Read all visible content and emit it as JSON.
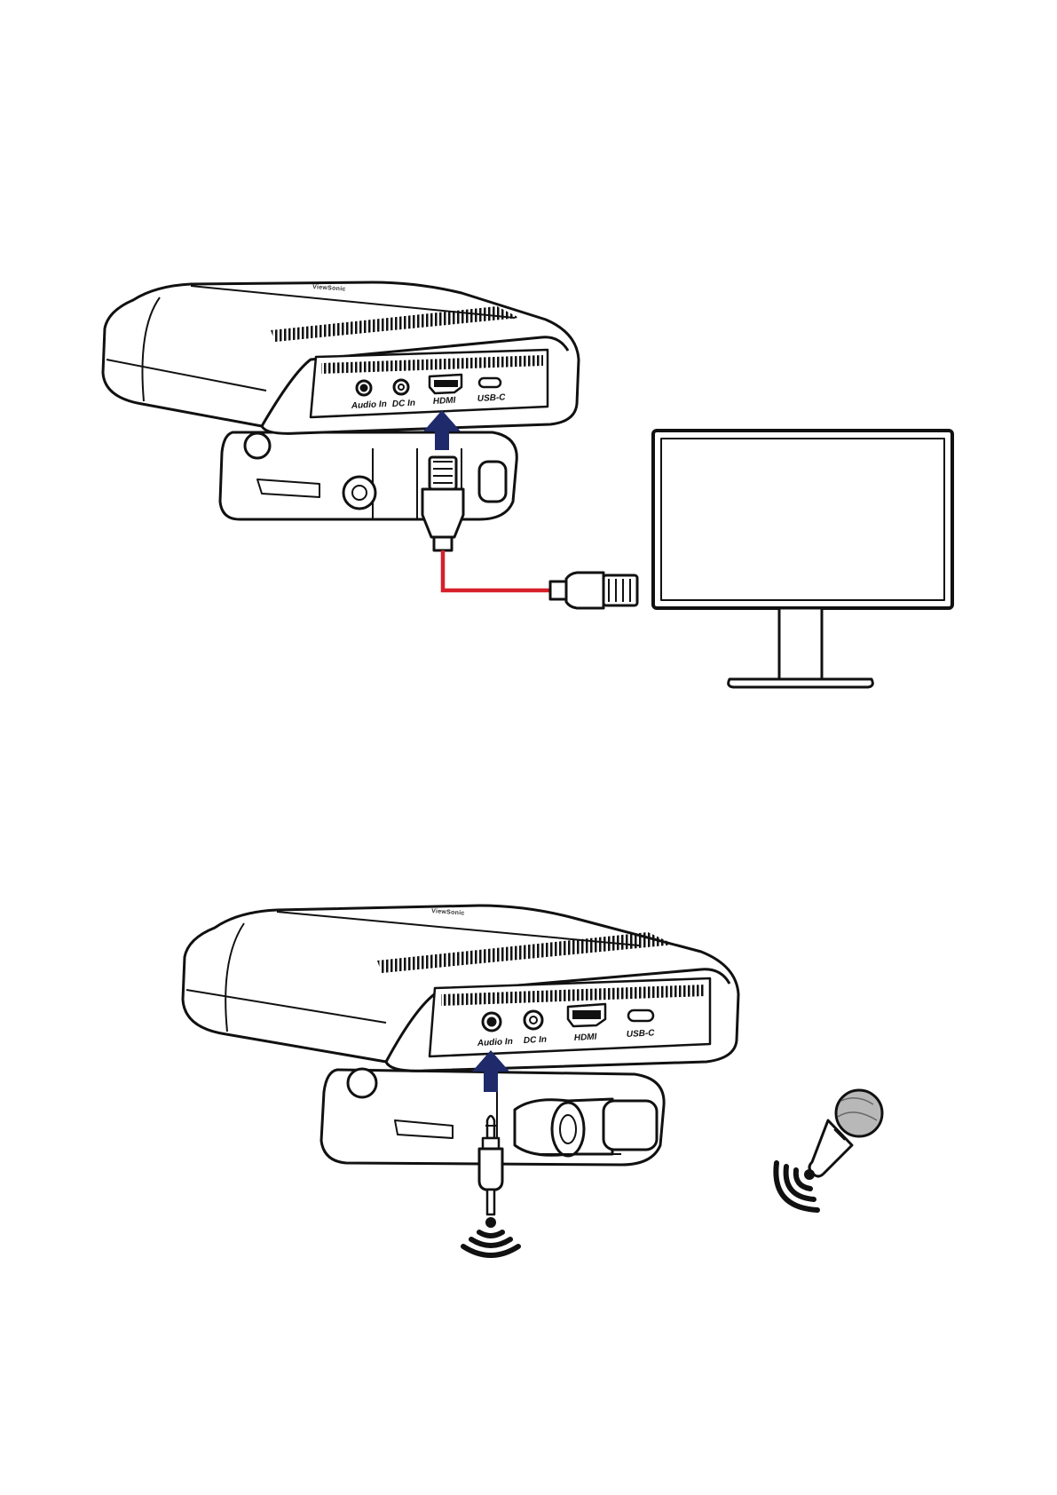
{
  "figure_1": {
    "ports": [
      "Audio In",
      "DC In",
      "HDMI",
      "USB-C"
    ],
    "brand_mark": "ViewSonic",
    "colors": {
      "cable": "#d6202a",
      "arrow": "#1f2a6b",
      "outline": "#111111"
    },
    "icons": [
      "hdmi-connector-icon",
      "monitor-icon",
      "up-arrow-icon"
    ]
  },
  "figure_2": {
    "ports": [
      "Audio In",
      "DC In",
      "HDMI",
      "USB-C"
    ],
    "brand_mark": "ViewSonic",
    "colors": {
      "arrow": "#1f2a6b",
      "outline": "#111111"
    },
    "icons": [
      "audio-jack-icon",
      "wireless-signal-icon",
      "microphone-icon",
      "up-arrow-icon"
    ]
  }
}
